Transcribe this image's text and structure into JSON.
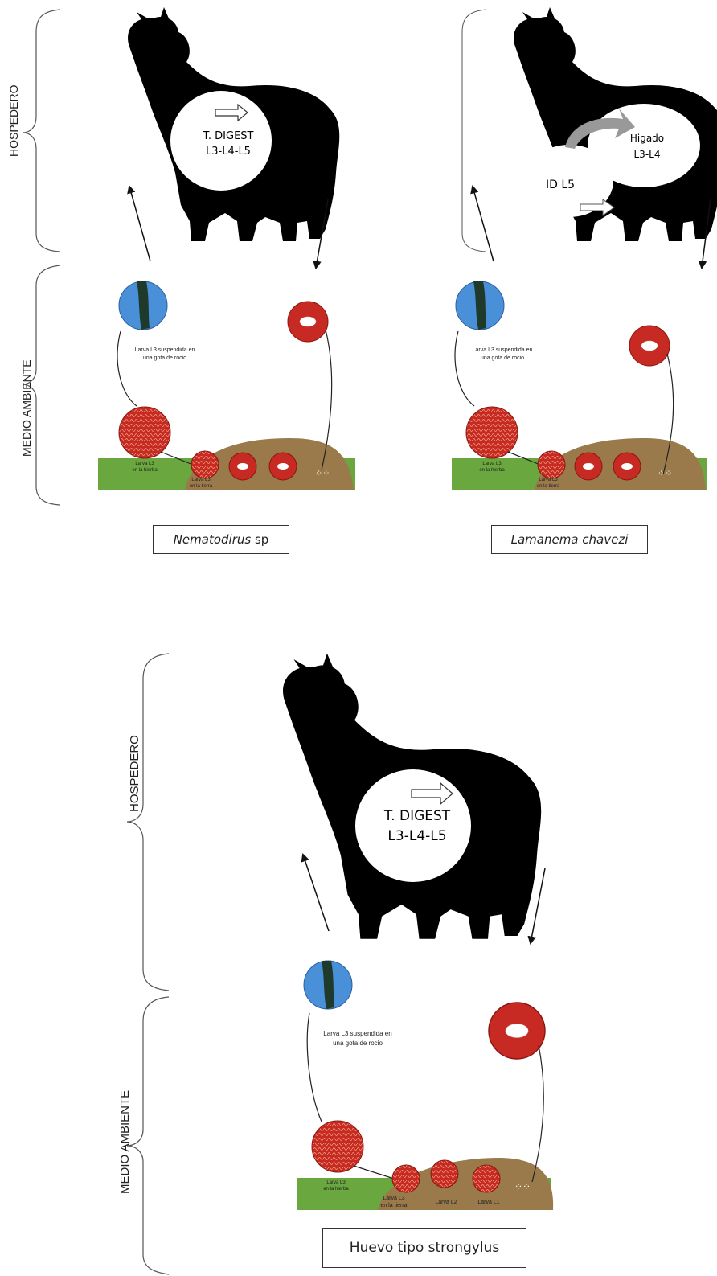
{
  "labels": {
    "host": "HOSPEDERO",
    "environment": "MEDIO AMBIENTE"
  },
  "colors": {
    "silhouette": "#000000",
    "egg_red": "#c62a22",
    "drop_blue": "#4a90d9",
    "soil": "#9a7a4a",
    "grass": "#6aa73e"
  },
  "diagrams": [
    {
      "id": "nematodirus",
      "host_text": [
        "T. DIGEST",
        "L3-L4-L5"
      ],
      "env_texts": {
        "drop_label": [
          "Larva L3 suspendida en",
          "una gota de rocio"
        ],
        "herb_label": [
          "Larva L3",
          "en la hierba"
        ],
        "soil_label": [
          "Larva L3",
          "en la tierra"
        ]
      },
      "caption_italic": "Nematodirus",
      "caption_plain": " sp"
    },
    {
      "id": "lamanema",
      "host_text_liver": [
        "Higado",
        "L3-L4"
      ],
      "host_text_id": "ID L5",
      "env_texts": {
        "drop_label": [
          "Larva L3 suspendida en",
          "una gota de rocio"
        ],
        "herb_label": [
          "Larva L3",
          "en la hierba"
        ],
        "soil_label": [
          "Larva L3",
          "en la tierra"
        ]
      },
      "caption_italic": "Lamanema chavezi",
      "caption_plain": ""
    },
    {
      "id": "strongylus",
      "host_text": [
        "T. DIGEST",
        "L3-L4-L5"
      ],
      "env_texts": {
        "drop_label": [
          "Larva L3 suspendida en",
          "una gota de rocio"
        ],
        "herb_label": [
          "Larva L3",
          "en la hierba"
        ],
        "soil_labels": [
          "Larva L3",
          "en la tierra",
          "Larva L2",
          "Larva L1"
        ]
      },
      "caption_plain": "Huevo tipo strongylus"
    }
  ]
}
